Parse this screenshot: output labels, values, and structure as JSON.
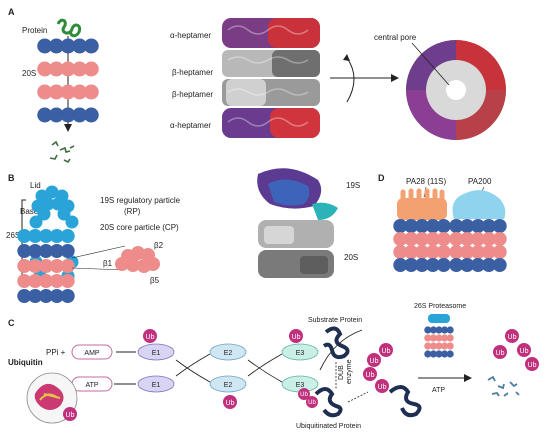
{
  "panels": {
    "a": "A",
    "b": "B",
    "c": "C",
    "d": "D"
  },
  "a": {
    "protein": "Protein",
    "core": "20S",
    "alpha1": "α-heptamer",
    "beta1": "β-heptamer",
    "beta2": "β-heptamer",
    "alpha2": "α-heptamer",
    "pore": "central pore"
  },
  "b": {
    "lid": "Lid",
    "base": "Base",
    "s26": "26S",
    "rp1": "19S regulatory particle",
    "rp2": "(RP)",
    "cp": "20S core particle (CP)",
    "b1": "β1",
    "b2": "β2",
    "b5": "β5",
    "s19": "19S",
    "s20": "20S"
  },
  "d": {
    "pa28": "PA28 (11S)",
    "pa200": "PA200"
  },
  "c": {
    "ppi": "PPi +",
    "amp": "AMP",
    "atp": "ATP",
    "plus": "+",
    "ubiquitin": "Ubiquitin",
    "ub": "Ub",
    "e1": "E1",
    "e2": "E2",
    "e3": "E3",
    "substrate": "Substrate Protein",
    "ubiquitinated": "Ubiquitinated Protein",
    "dub1": "DUB",
    "dub2": "enzyme",
    "proteasome": "26S Proteasome",
    "atp2": "ATP"
  },
  "colors": {
    "alpha": "#3b5fa3",
    "beta": "#ee8c8c",
    "base": "#2aa4d8",
    "ub": "#c0307c",
    "pa28": "#f3a170",
    "pa200": "#8fd3ee",
    "e1": "#d8d4f4",
    "e2": "#cfe7f3",
    "e3": "#c9efe6"
  }
}
